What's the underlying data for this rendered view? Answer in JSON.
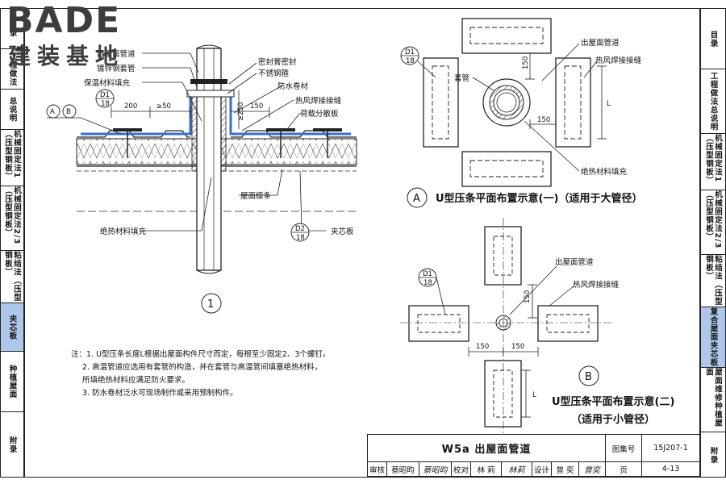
{
  "logo": {
    "text": "BADE",
    "subtitle": "建装基地"
  },
  "left_tabs": [
    {
      "label": "目录"
    },
    {
      "label": "工程做法"
    },
    {
      "label": "总说明"
    },
    {
      "label": "机械固定法1（压型钢板）"
    },
    {
      "label": "机械固定法2/3（压型钢板）"
    },
    {
      "label": "粘结法（压型钢板）"
    },
    {
      "label": "夹芯板"
    },
    {
      "label": "种植屋面"
    },
    {
      "label": "附录"
    }
  ],
  "right_tabs": [
    {
      "label": "目录"
    },
    {
      "label": "工程做法总说明"
    },
    {
      "label": "机械固定法1（压型钢板）"
    },
    {
      "label": "机械固定法2/3（压型钢板）"
    },
    {
      "label": "粘结法（压型钢板）"
    },
    {
      "label": "复合屋面夹芯板"
    },
    {
      "label": "屋面维修种植屋面"
    },
    {
      "label": "附录"
    }
  ],
  "section": {
    "labels": {
      "roof_pipe": "出屋面管道",
      "galvanized": "镀锌钢套管",
      "sealant": "密封膏密封",
      "ss_hoop": "不锈钢箍",
      "insulation_fill": "保温材料填充",
      "waterproof": "防水卷材",
      "hot_air": "热风焊接接缝",
      "load_plate": "荷载分散板",
      "purlin": "屋面檩条",
      "insulation_fill2": "绝热材料填充",
      "sandwich": "夹芯板"
    },
    "dims": {
      "d200": "200",
      "d50": "≥50",
      "d150": "150",
      "d250": "≥250"
    },
    "refs": {
      "d1": {
        "top": "D1",
        "bottom": "18"
      },
      "d2": {
        "top": "D2",
        "bottom": "18"
      },
      "a": "A",
      "b": "B"
    },
    "number": "1"
  },
  "plan_a": {
    "labels": {
      "roof_pipe": "出屋面管道",
      "hot_air": "热风焊接接缝",
      "sleeve": "套管",
      "insulation_fill": "绝热材料填充"
    },
    "dims": {
      "d150a": "150",
      "d150b": "150",
      "L": "L"
    },
    "ref": {
      "top": "D1",
      "bottom": "18"
    },
    "letter": "A",
    "caption": "U型压条平面布置示意(一)（适用于大管径）"
  },
  "plan_b": {
    "labels": {
      "roof_pipe": "出屋面管道",
      "hot_air": "热风焊接接缝"
    },
    "dims": {
      "d150a": "150",
      "d150b": "150",
      "d150c": "150",
      "L": "L"
    },
    "ref": {
      "top": "D1",
      "bottom": "18"
    },
    "letter": "B",
    "caption_1": "U型压条平面布置示意(二)",
    "caption_2": "（适用于小管径）"
  },
  "notes": [
    "注：1. U型压条长度L根据出屋面构件尺寸而定，每根至少固定2、3个螺钉。",
    "2. 高温管道应选用有套管的构造，并在套管与高温管间填塞绝热材料，",
    "所填绝热材料应满足防火要求。",
    "3. 防水卷材泛水可现场制作或采用预制构件。"
  ],
  "title_block": {
    "title": "W5a 出屋面管道",
    "atlas_label": "图集号",
    "atlas_no": "15J207-1",
    "page_label": "页",
    "page_no": "4-13",
    "review": "审核",
    "reviewer": "蔡昭昀",
    "reviewer_sig": "蔡昭昀",
    "check": "校对",
    "checker": "林 莉",
    "checker_sig": "林莉",
    "design": "设计",
    "designer": "曾 奕",
    "designer_sig": "曾奕"
  },
  "colors": {
    "tab_active": "#aec6ea",
    "membrane": "#3b6fc9",
    "line": "#111111"
  }
}
